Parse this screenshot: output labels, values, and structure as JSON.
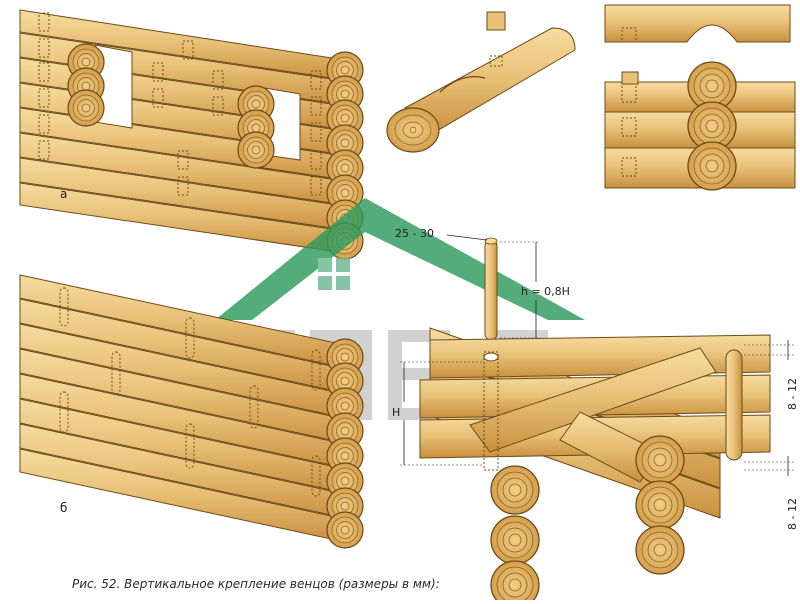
{
  "labels": {
    "part_a": "а",
    "part_b": "б",
    "pin_diameter": "25 - 30",
    "pin_length": "h = 0,8H",
    "log_height": "H",
    "gap_top": "8 - 12",
    "gap_bottom": "8 - 12"
  },
  "caption": "Рис. 52. Вертикальное крепление венцов (размеры в мм):",
  "watermark": {
    "color": "#2e9a5e",
    "letters": "БПЭД"
  },
  "colors": {
    "wood": "#e6bd72",
    "wood_dark": "#c48f3c",
    "wood_light": "#f4d99a",
    "outline": "#6d4a17"
  }
}
